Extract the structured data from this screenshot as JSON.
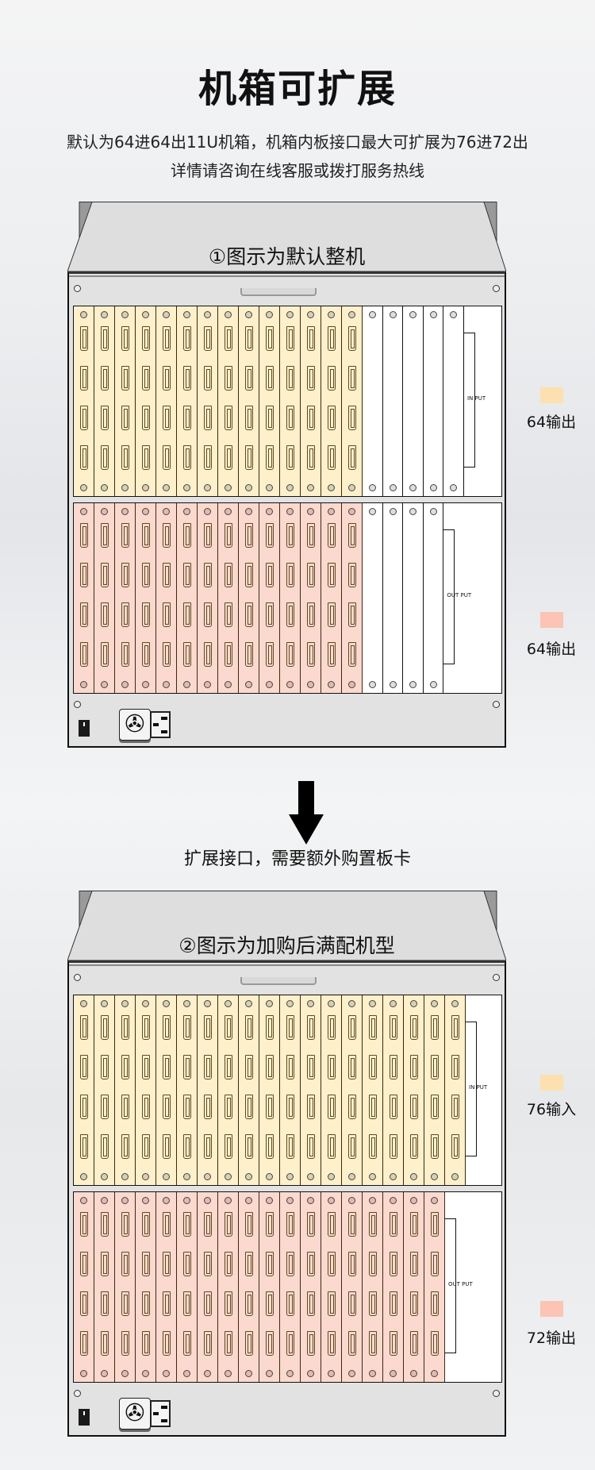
{
  "title": "机箱可扩展",
  "subtitle": [
    "默认为64进64出11U机箱，机箱内板接口最大可扩展为76进72出",
    "详情请咨询在线客服或拨打服务热线"
  ],
  "expand_note": "扩展接口，需要额外购置板卡",
  "colors": {
    "input_card": "#fdf0cb",
    "output_card": "#fcd9cf",
    "input_swatch": "#fde0b0",
    "output_swatch": "#fbc4b4"
  },
  "chassis": [
    {
      "label": "①图示为默认整机",
      "input_cards": 14,
      "input_blank_slots": 5,
      "output_cards": 14,
      "output_blank_slots": 4,
      "input_block_label": "IN PUT",
      "output_block_label": "OUT PUT",
      "legend": [
        {
          "label": "64输出",
          "swatch": "input"
        },
        {
          "label": "64输出",
          "swatch": "output"
        }
      ]
    },
    {
      "label": "②图示为加购后满配机型",
      "input_cards": 19,
      "input_blank_slots": 0,
      "output_cards": 18,
      "output_blank_slots": 0,
      "input_block_label": "IN PUT",
      "output_block_label": "OUT PUT",
      "legend": [
        {
          "label": "76输入",
          "swatch": "input"
        },
        {
          "label": "72输出",
          "swatch": "output"
        }
      ]
    }
  ]
}
